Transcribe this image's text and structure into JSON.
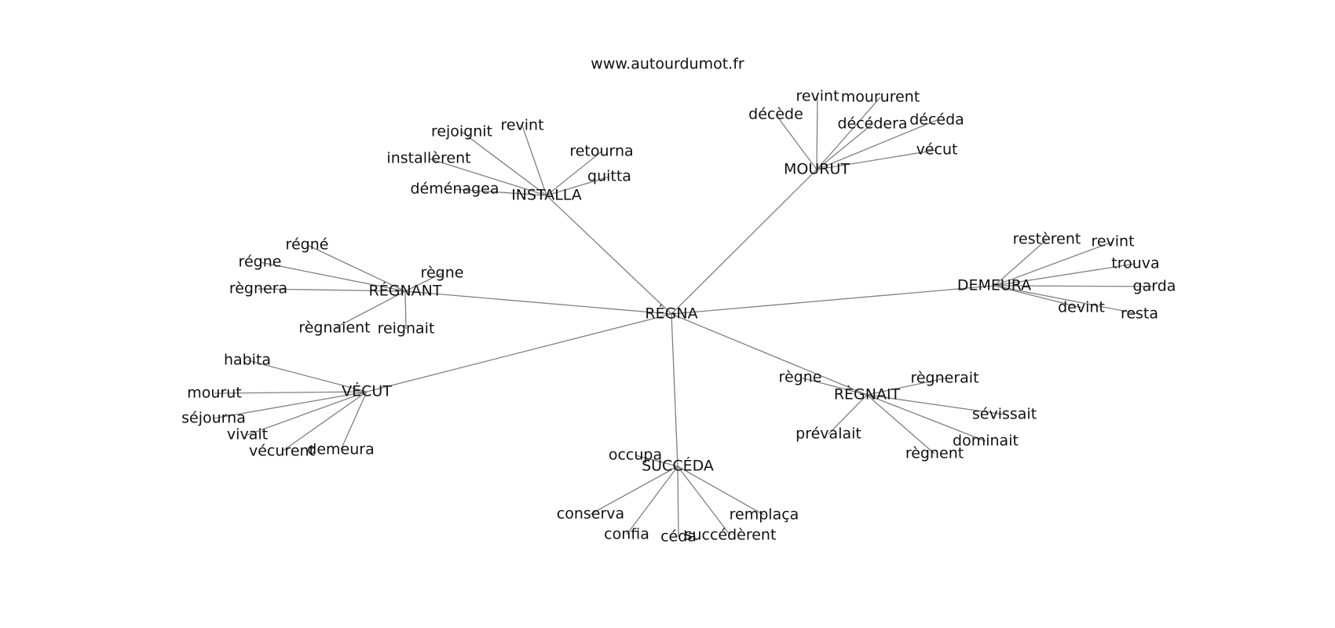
{
  "source": "www.autourdumot.fr",
  "graph": {
    "root": "RÉGNA",
    "clusters": [
      {
        "hub": "INSTALLA",
        "leaves": [
          "rejoignit",
          "revint",
          "installèrent",
          "retourna",
          "quitta",
          "déménagea"
        ]
      },
      {
        "hub": "MOURUT",
        "leaves": [
          "décède",
          "revint",
          "moururent",
          "décédera",
          "décéda",
          "vécut"
        ]
      },
      {
        "hub": "RÉGNANT",
        "leaves": [
          "régné",
          "régne",
          "règnera",
          "règne",
          "règnaient",
          "reignait"
        ]
      },
      {
        "hub": "DEMEURA",
        "leaves": [
          "restèrent",
          "revint",
          "trouva",
          "garda",
          "devint",
          "resta"
        ]
      },
      {
        "hub": "VÉCUT",
        "leaves": [
          "habita",
          "mourut",
          "séjourna",
          "vivait",
          "vécurent",
          "demeura"
        ]
      },
      {
        "hub": "RÈGNAIT",
        "leaves": [
          "règne",
          "règnerait",
          "sévissait",
          "prévalait",
          "dominait",
          "règnent"
        ]
      },
      {
        "hub": "SUCCÉDA",
        "leaves": [
          "occupa",
          "conserva",
          "confia",
          "céda",
          "succédèrent",
          "remplaça"
        ]
      }
    ]
  }
}
